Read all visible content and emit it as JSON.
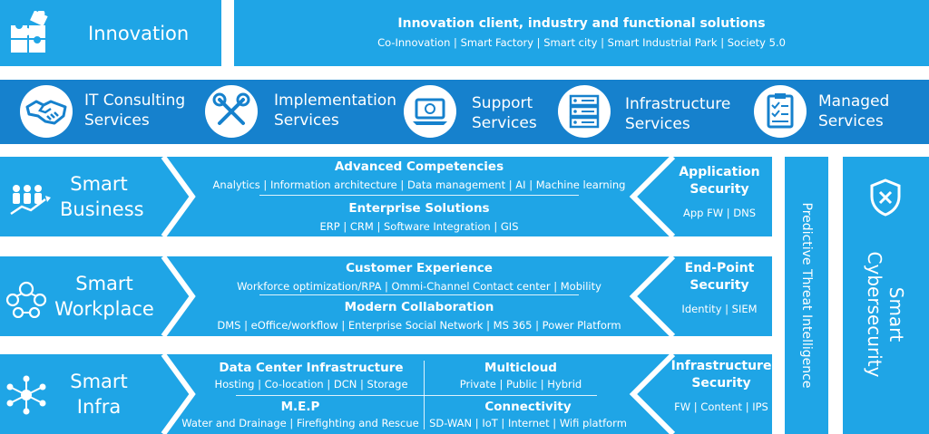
{
  "colors": {
    "light_blue": "#1fa5e6",
    "dark_blue": "#1681cd",
    "white": "#ffffff"
  },
  "innovation": {
    "label": "Innovation",
    "icon": "puzzle-icon",
    "title": "Innovation client, industry and functional solutions",
    "subtitle": "Co-Innovation | Smart Factory | Smart city | Smart Industrial Park | Society 5.0"
  },
  "services": [
    {
      "line1": "IT Consulting",
      "line2": "Services",
      "icon": "handshake-icon"
    },
    {
      "line1": "Implementation",
      "line2": "Services",
      "icon": "tools-icon"
    },
    {
      "line1": "Support",
      "line2": "Services",
      "icon": "laptop-support-icon"
    },
    {
      "line1": "Infrastructure",
      "line2": "Services",
      "icon": "server-icon"
    },
    {
      "line1": "Managed",
      "line2": "Services",
      "icon": "checklist-icon"
    }
  ],
  "rows": [
    {
      "name1": "Smart",
      "name2": "Business",
      "icon": "team-growth-icon",
      "groups": [
        {
          "title": "Advanced Competencies",
          "items": "Analytics | Information architecture | Data management | AI | Machine learning"
        },
        {
          "title": "Enterprise Solutions",
          "items": "ERP | CRM | Software Integration | GIS"
        }
      ],
      "security_title1": "Application",
      "security_title2": "Security",
      "security_items": "App FW | DNS"
    },
    {
      "name1": "Smart",
      "name2": "Workplace",
      "icon": "people-network-icon",
      "groups": [
        {
          "title": "Customer Experience",
          "items": "Workforce optimization/RPA | Ommi-Channel Contact center | Mobility"
        },
        {
          "title": "Modern Collaboration",
          "items": "DMS | eOffice/workflow | Enterprise Social Network | MS 365 | Power Platform"
        }
      ],
      "security_title1": "End-Point",
      "security_title2": "Security",
      "security_items": "Identity | SIEM"
    },
    {
      "name1": "Smart",
      "name2": "Infra",
      "icon": "network-hub-icon",
      "groups": [
        {
          "title": "Data Center Infrastructure",
          "items": "Hosting | Co-location | DCN | Storage"
        },
        {
          "title": "Multicloud",
          "items": "Private | Public | Hybrid"
        },
        {
          "title": "M.E.P",
          "items": "Water and Drainage | Firefighting and Rescue"
        },
        {
          "title": "Connectivity",
          "items": "SD-WAN | IoT | Internet | Wifi platform"
        }
      ],
      "security_title1": "Infrastructure",
      "security_title2": "Security",
      "security_items": "FW | Content | IPS"
    }
  ],
  "predictive": {
    "label": "Predictive Threat Intelligence"
  },
  "cyber": {
    "line1": "Smart",
    "line2": "Cybersecurity",
    "icon": "shield-x-icon"
  }
}
